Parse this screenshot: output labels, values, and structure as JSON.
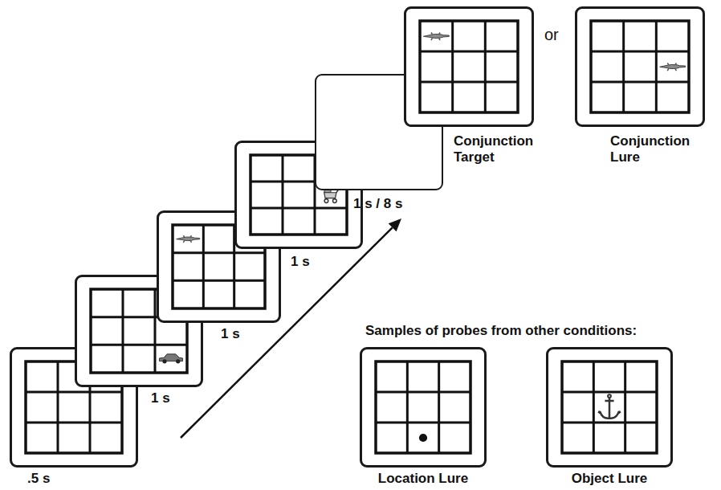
{
  "diagram": {
    "nodes": [
      {
        "text": [
          ".5 s"
        ]
      },
      {
        "text": [
          "1 s"
        ]
      },
      {
        "text": [
          "1 s"
        ]
      },
      {
        "text": [
          "1 s"
        ]
      },
      {
        "text": [
          "1 s / 8 s"
        ]
      },
      {
        "text": [
          "Conjunction Target"
        ]
      },
      {
        "text": [
          "Conjunction Lure"
        ]
      },
      {
        "text": [
          "Location Lure"
        ]
      },
      {
        "text": [
          "Object Lure"
        ]
      }
    ],
    "labels": [
      "or",
      "Samples of probes from other conditions:"
    ]
  }
}
